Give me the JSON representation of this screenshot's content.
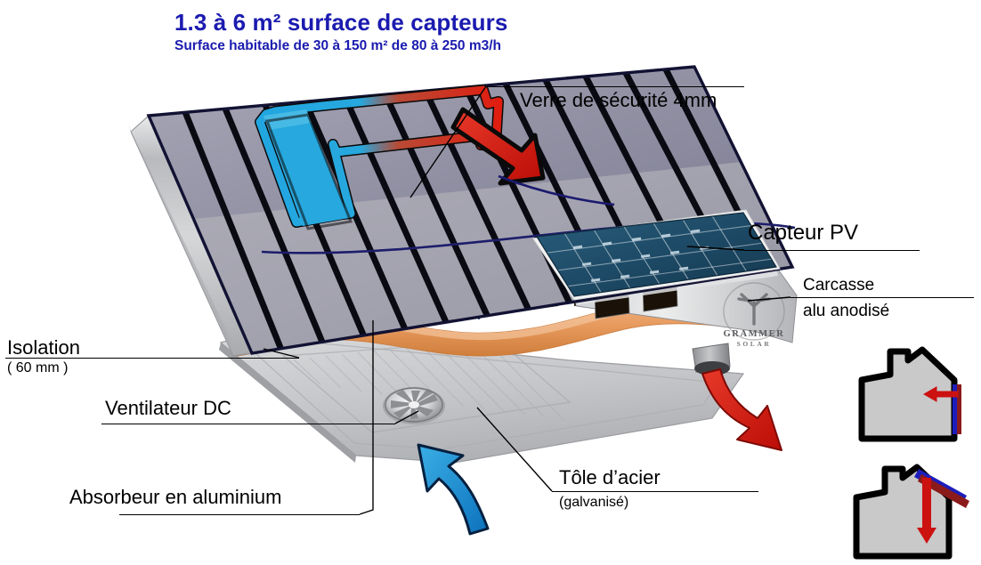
{
  "title": {
    "main": "1.3 à 6 m² surface de capteurs",
    "sub": "Surface habitable de 30 à 150 m²  de 80 à 250 m3/h",
    "color": "#1b1bb0"
  },
  "callouts": {
    "glass": "Verre de sécurité 4mm",
    "pv": "Capteur PV",
    "frame_line1": "Carcasse",
    "frame_line2": "alu anodisé",
    "insulation_line1": "Isolation",
    "insulation_line2": "( 60 mm )",
    "fan": "Ventilateur DC",
    "absorber": "Absorbeur en aluminium",
    "sheet_line1": "Tôle d’acier",
    "sheet_line2": "(galvanisé)"
  },
  "brand": {
    "name": "GRAMMER",
    "sub": "SOLAR"
  },
  "colors": {
    "title_blue": "#1b1bb0",
    "cold_air_arrow": "#1f9ad6",
    "hot_air_arrow": "#d01c12",
    "inlet_arrow": "#1279c4",
    "outlet_arrow": "#d4180e",
    "insulation": "#e39b5e",
    "pv_cell": "#1d4f6b",
    "frame_alu": "#c9cace",
    "glass": "#7b7a90",
    "house_body": "#c9c9c9",
    "house_outline": "#000000"
  },
  "icons": {
    "fan": "fan-impeller-icon",
    "house_wall_mounted": "house-wall-collector-icon",
    "house_roof_mounted": "house-roof-collector-icon",
    "logo": "grammer-solar-logo"
  },
  "diagram": {
    "type": "cutaway-technical-illustration",
    "subject": "solar air collector with integrated PV panel",
    "airflow": {
      "inlet": "cold air drawn in from below through fan",
      "through_absorber": "air heated as it passes aluminium absorber channels",
      "outlet": "warm air delivered into the building"
    }
  }
}
